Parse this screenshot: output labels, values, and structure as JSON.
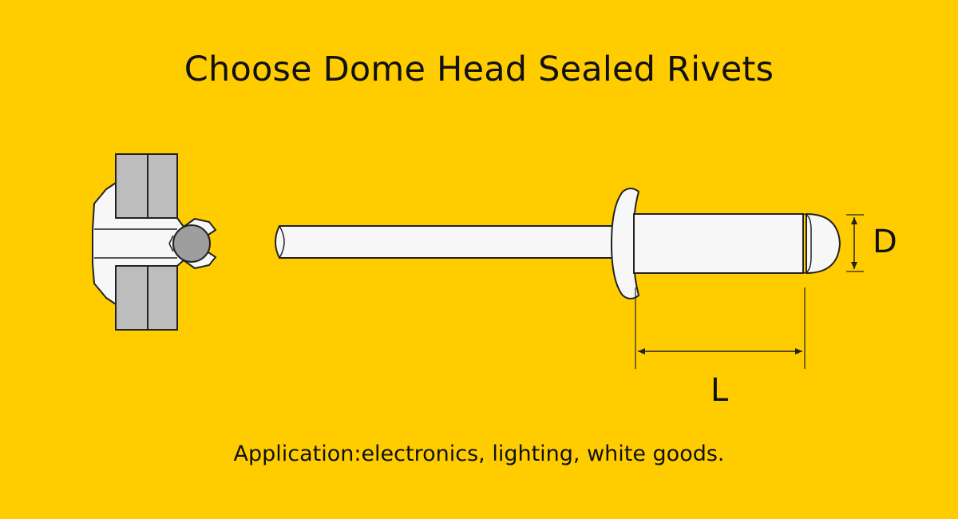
{
  "title": "Choose Dome Head Sealed Rivets",
  "caption": "Application:electronics, lighting, white goods.",
  "dimensions": {
    "diameter_label": "D",
    "length_label": "L"
  },
  "colors": {
    "background": "#FFCC00",
    "plate": "#BDBDBD",
    "rivet_body": "#F7F7F7",
    "mandrel_head": "#9E9E9E",
    "outline": "#222222"
  }
}
